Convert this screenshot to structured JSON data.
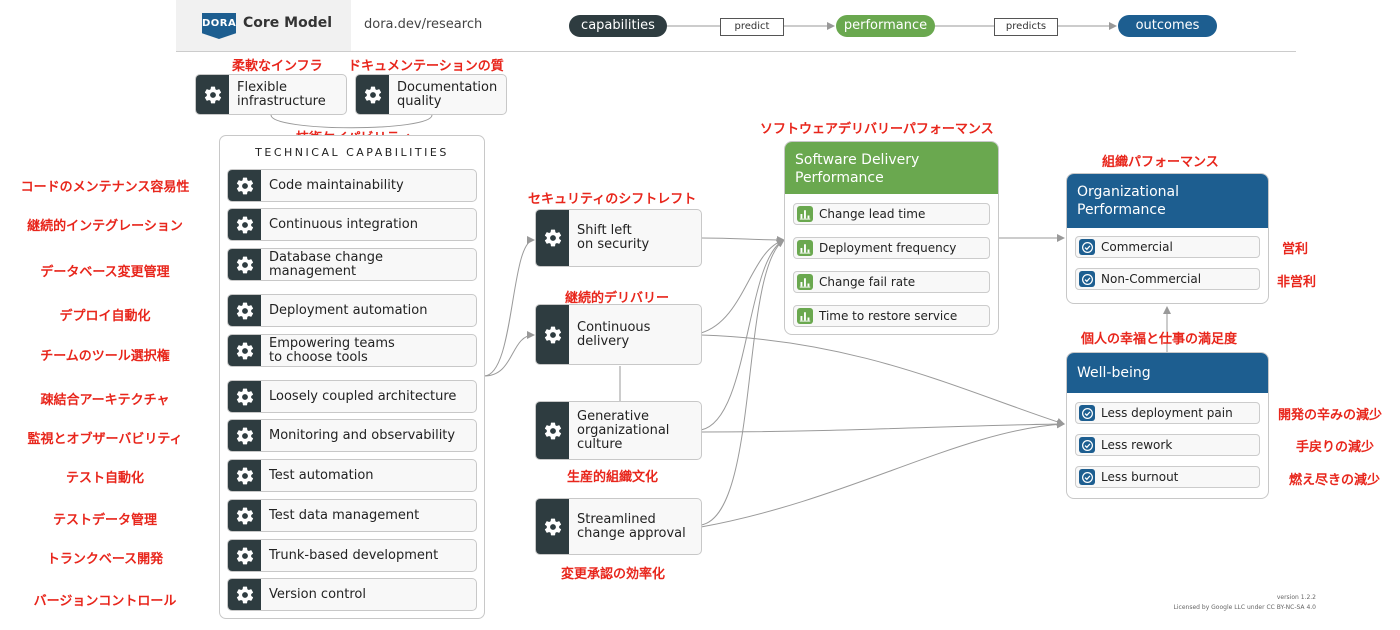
{
  "header": {
    "logo_badge": "DORA",
    "logo_text": "Core Model",
    "site": "dora.dev/research",
    "flow": {
      "capabilities": "capabilities",
      "predict": "predict",
      "performance": "performance",
      "predicts": "predicts",
      "outcomes": "outcomes"
    }
  },
  "colors": {
    "dark": "#2e3c40",
    "green": "#6aa84f",
    "blue": "#1d5e90",
    "annotation_red": "#e8261c"
  },
  "icons": {
    "capability": "gear-icon",
    "metric": "bar-chart-icon",
    "outcome": "check-circle-icon"
  },
  "top_capabilities": [
    {
      "label": "Flexible\ninfrastructure",
      "jp": "柔軟なインフラ"
    },
    {
      "label": "Documentation\nquality",
      "jp": "ドキュメンテーションの質"
    }
  ],
  "technical": {
    "title": "TECHNICAL CAPABILITIES",
    "jp_title": "技術ケイパビリティ",
    "items": [
      {
        "label": "Code maintainability",
        "jp": "コードのメンテナンス容易性"
      },
      {
        "label": "Continuous integration",
        "jp": "継続的インテグレーション"
      },
      {
        "label": "Database change\nmanagement",
        "jp": "データベース変更管理"
      },
      {
        "label": "Deployment automation",
        "jp": "デプロイ自動化"
      },
      {
        "label": "Empowering teams\nto choose tools",
        "jp": "チームのツール選択権"
      },
      {
        "label": "Loosely coupled architecture",
        "jp": "疎結合アーキテクチャ"
      },
      {
        "label": "Monitoring and observability",
        "jp": "監視とオブザーバビリティ"
      },
      {
        "label": "Test automation",
        "jp": "テスト自動化"
      },
      {
        "label": "Test data management",
        "jp": "テストデータ管理"
      },
      {
        "label": "Trunk-based development",
        "jp": "トランクベース開発"
      },
      {
        "label": "Version control",
        "jp": "バージョンコントロール"
      }
    ]
  },
  "middle": [
    {
      "label": "Shift left\non security",
      "jp": "セキュリティのシフトレフト"
    },
    {
      "label": "Continuous\ndelivery",
      "jp": "継続的デリバリー"
    },
    {
      "label": "Generative\norganizational\nculture",
      "jp": "生産的組織文化"
    },
    {
      "label": "Streamlined\nchange approval",
      "jp": "変更承認の効率化"
    }
  ],
  "sdp": {
    "title": "Software Delivery\nPerformance",
    "jp": "ソフトウェアデリバリーパフォーマンス",
    "metrics": [
      "Change lead time",
      "Deployment frequency",
      "Change fail rate",
      "Time to restore service"
    ]
  },
  "org": {
    "title": "Organizational\nPerformance",
    "jp": "組織パフォーマンス",
    "items": [
      {
        "label": "Commercial",
        "jp": "営利"
      },
      {
        "label": "Non-Commercial",
        "jp": "非営利"
      }
    ]
  },
  "wellbeing": {
    "title": "Well-being",
    "jp": "個人の幸福と仕事の満足度",
    "items": [
      {
        "label": "Less deployment pain",
        "jp": "開発の辛みの減少"
      },
      {
        "label": "Less rework",
        "jp": "手戻りの減少"
      },
      {
        "label": "Less burnout",
        "jp": "燃え尽きの減少"
      }
    ]
  },
  "footer": {
    "version": "version 1.2.2",
    "license": "Licensed by Google LLC under CC BY-NC-SA 4.0"
  }
}
